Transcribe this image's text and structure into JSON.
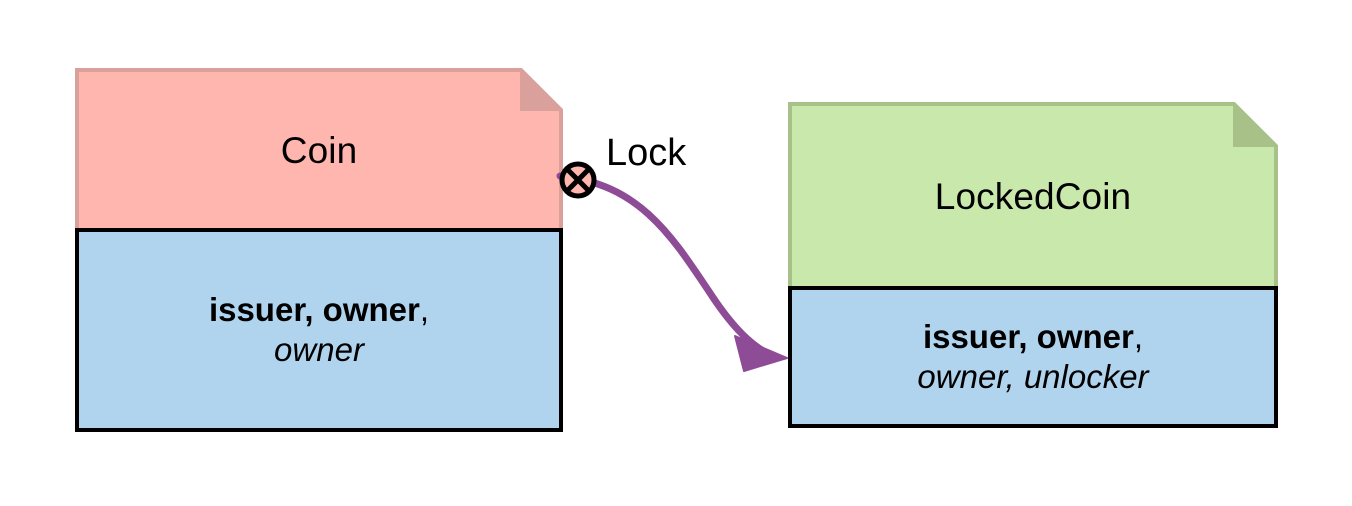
{
  "diagram": {
    "type": "uml-note-association",
    "background_color": "#ffffff",
    "boxes": [
      {
        "id": "coin",
        "title": "Coin",
        "header_fill": "#ffb6ae",
        "header_fold_fill": "#d9a09c",
        "header_border": "#d9a09c",
        "body_fill": "#b0d4ee",
        "body_border": "#000000",
        "attributes_line1_bold": "issuer, owner",
        "attributes_line1_tail": ",",
        "attributes_line2_italic": "owner"
      },
      {
        "id": "lockedcoin",
        "title": "LockedCoin",
        "header_fill": "#c8e8ac",
        "header_fold_fill": "#a7c189",
        "header_border": "#a7c189",
        "body_fill": "#b0d4ee",
        "body_border": "#000000",
        "attributes_line1_bold": "issuer, owner",
        "attributes_line1_tail": ",",
        "attributes_line2_italic": "owner, unlocker"
      }
    ],
    "connector": {
      "label": "Lock",
      "color": "#8e4b96",
      "source_marker": "circle-x-icon",
      "source_marker_fill": "#ffb6ae",
      "source_marker_stroke": "#000000",
      "target_marker": "filled-arrowhead",
      "from_box": "coin",
      "to_box": "lockedcoin"
    }
  }
}
